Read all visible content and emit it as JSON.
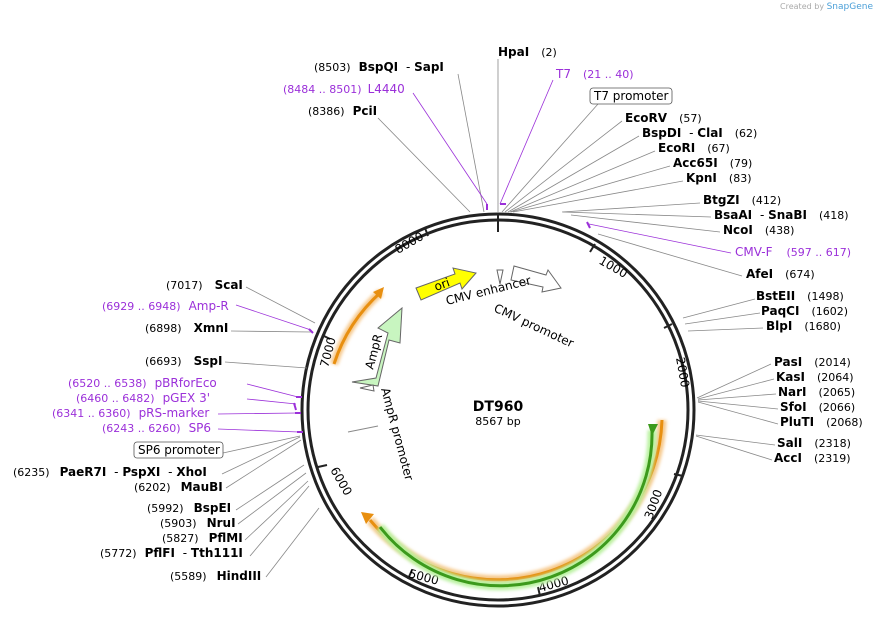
{
  "credit": {
    "prefix": "Created by",
    "brand": "SnapGene"
  },
  "plasmid": {
    "name": "DT960",
    "length_label": "8567 bp",
    "length": 8567
  },
  "colors": {
    "backbone": "#222222",
    "enzyme": "#000000",
    "primer": "#9b30d9",
    "leader": "#888888",
    "orange": "#f0a020",
    "green_feature": "#3c9a1c",
    "ampR_fill": "#c8f5c0",
    "ori_fill": "#ffff00"
  },
  "ticks": [
    {
      "label": "1000",
      "bp": 1000
    },
    {
      "label": "2000",
      "bp": 2000
    },
    {
      "label": "3000",
      "bp": 3000
    },
    {
      "label": "4000",
      "bp": 4000
    },
    {
      "label": "5000",
      "bp": 5000
    },
    {
      "label": "6000",
      "bp": 6000
    },
    {
      "label": "7000",
      "bp": 7000
    },
    {
      "label": "8000",
      "bp": 8000
    }
  ],
  "features": [
    {
      "label": "ori",
      "type": "ori"
    },
    {
      "label": "AmpR",
      "type": "cds"
    },
    {
      "label": "CMV enhancer",
      "type": "enhancer"
    },
    {
      "label": "CMV promoter",
      "type": "promoter"
    },
    {
      "label": "AmpR promoter",
      "type": "promoter"
    }
  ],
  "boxed_labels": [
    {
      "label": "T7 promoter"
    },
    {
      "label": "SP6 promoter"
    }
  ],
  "sites": [
    {
      "name": "HpaI",
      "pos": "(2)",
      "kind": "enzyme"
    },
    {
      "name": "T7",
      "pos": "(21 .. 40)",
      "kind": "primer"
    },
    {
      "name": "BspQI",
      "name2": "SapI",
      "pos": "(8503)",
      "kind": "enzyme"
    },
    {
      "name": "L4440",
      "pos": "(8484 .. 8501)",
      "kind": "primer"
    },
    {
      "name": "PciI",
      "pos": "(8386)",
      "kind": "enzyme"
    },
    {
      "name": "EcoRV",
      "pos": "(57)",
      "kind": "enzyme"
    },
    {
      "name": "BspDI",
      "name2": "ClaI",
      "pos": "(62)",
      "kind": "enzyme"
    },
    {
      "name": "EcoRI",
      "pos": "(67)",
      "kind": "enzyme"
    },
    {
      "name": "Acc65I",
      "pos": "(79)",
      "kind": "enzyme"
    },
    {
      "name": "KpnI",
      "pos": "(83)",
      "kind": "enzyme"
    },
    {
      "name": "BtgZI",
      "pos": "(412)",
      "kind": "enzyme"
    },
    {
      "name": "BsaAI",
      "name2": "SnaBI",
      "pos": "(418)",
      "kind": "enzyme"
    },
    {
      "name": "NcoI",
      "pos": "(438)",
      "kind": "enzyme"
    },
    {
      "name": "CMV-F",
      "pos": "(597 .. 617)",
      "kind": "primer"
    },
    {
      "name": "AfeI",
      "pos": "(674)",
      "kind": "enzyme"
    },
    {
      "name": "BstEII",
      "pos": "(1498)",
      "kind": "enzyme"
    },
    {
      "name": "PaqCI",
      "pos": "(1602)",
      "kind": "enzyme"
    },
    {
      "name": "BlpI",
      "pos": "(1680)",
      "kind": "enzyme"
    },
    {
      "name": "PasI",
      "pos": "(2014)",
      "kind": "enzyme"
    },
    {
      "name": "KasI",
      "pos": "(2064)",
      "kind": "enzyme"
    },
    {
      "name": "NarI",
      "pos": "(2065)",
      "kind": "enzyme"
    },
    {
      "name": "SfoI",
      "pos": "(2066)",
      "kind": "enzyme"
    },
    {
      "name": "PluTI",
      "pos": "(2068)",
      "kind": "enzyme"
    },
    {
      "name": "SalI",
      "pos": "(2318)",
      "kind": "enzyme"
    },
    {
      "name": "AccI",
      "pos": "(2319)",
      "kind": "enzyme"
    },
    {
      "name": "ScaI",
      "pos": "(7017)",
      "kind": "enzyme"
    },
    {
      "name": "Amp-R",
      "pos": "(6929 .. 6948)",
      "kind": "primer"
    },
    {
      "name": "XmnI",
      "pos": "(6898)",
      "kind": "enzyme"
    },
    {
      "name": "SspI",
      "pos": "(6693)",
      "kind": "enzyme"
    },
    {
      "name": "pBRforEco",
      "pos": "(6520 .. 6538)",
      "kind": "primer"
    },
    {
      "name": "pGEX 3'",
      "pos": "(6460 .. 6482)",
      "kind": "primer"
    },
    {
      "name": "pRS-marker",
      "pos": "(6341 .. 6360)",
      "kind": "primer"
    },
    {
      "name": "SP6",
      "pos": "(6243 .. 6260)",
      "kind": "primer"
    },
    {
      "name": "PaeR7I",
      "name2": "PspXI",
      "name3": "XhoI",
      "pos": "(6235)",
      "kind": "enzyme"
    },
    {
      "name": "MauBI",
      "pos": "(6202)",
      "kind": "enzyme"
    },
    {
      "name": "BspEI",
      "pos": "(5992)",
      "kind": "enzyme"
    },
    {
      "name": "NruI",
      "pos": "(5903)",
      "kind": "enzyme"
    },
    {
      "name": "PflMI",
      "pos": "(5827)",
      "kind": "enzyme"
    },
    {
      "name": "PflFI",
      "name2": "Tth111I",
      "pos": "(5772)",
      "kind": "enzyme"
    },
    {
      "name": "HindIII",
      "pos": "(5589)",
      "kind": "enzyme"
    }
  ]
}
